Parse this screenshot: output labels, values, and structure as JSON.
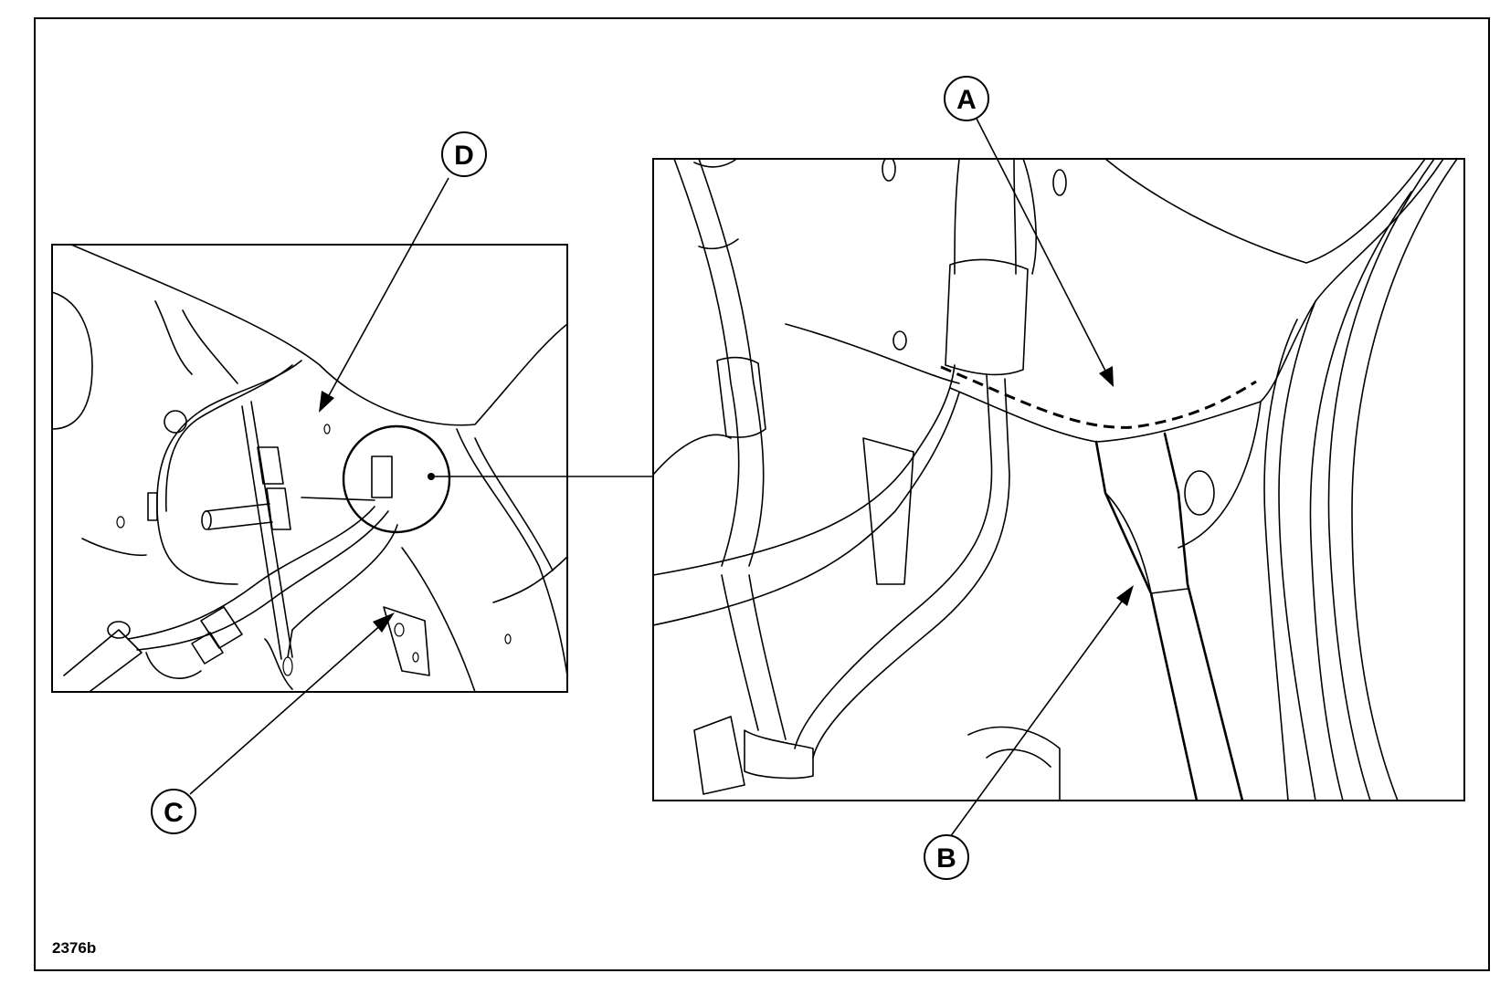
{
  "figure_reference": "2376b",
  "callouts": {
    "a": "A",
    "b": "B",
    "c": "C",
    "d": "D"
  },
  "colors": {
    "line": "#000000",
    "background": "#ffffff"
  }
}
